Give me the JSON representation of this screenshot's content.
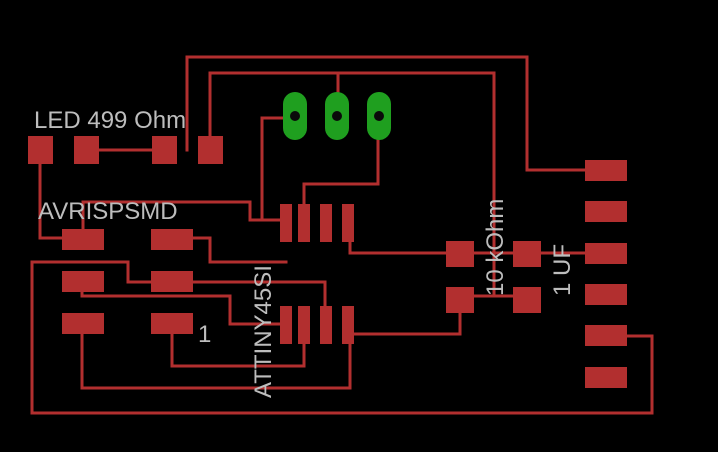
{
  "colors": {
    "background": "#000000",
    "copper": "#b22f2f",
    "header": "#1f9f1f",
    "label": "#bdbdbd"
  },
  "labels": {
    "led": "LED 499 Ohm",
    "programmer": "AVRISPSMD",
    "mcu": "ATTINY45SI",
    "resistor": "10 kOhm",
    "capacitor": "1 UF",
    "pin1": "1"
  }
}
